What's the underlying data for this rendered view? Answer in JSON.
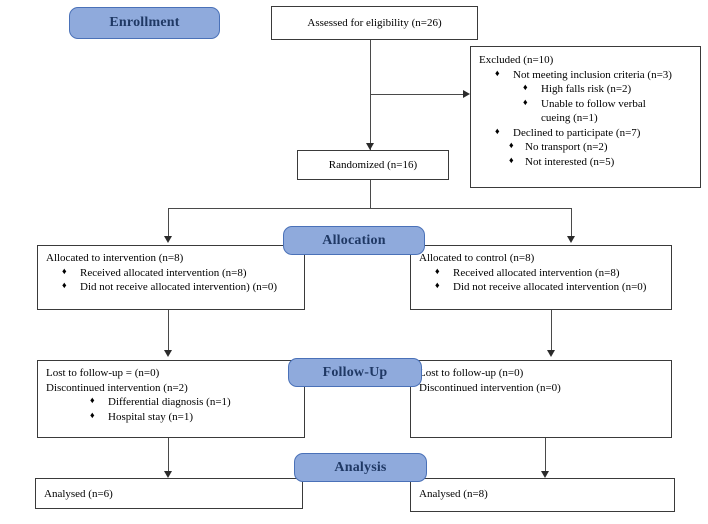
{
  "diagram": {
    "title": "CONSORT participant flow diagram",
    "accent_color": "#8faadc",
    "accent_text_color": "#1f3864",
    "border_color": "#3a3a3a"
  },
  "stages": {
    "enrollment": "Enrollment",
    "allocation": "Allocation",
    "followup": "Follow-Up",
    "analysis": "Analysis"
  },
  "enrollment": {
    "assessed": "Assessed for eligibility (n=26)",
    "randomized": "Randomized (n=16)",
    "excluded": {
      "heading": "Excluded (n=10)",
      "not_meeting": "Not meeting inclusion criteria (n=3)",
      "high_falls_risk": "High falls risk (n=2)",
      "unable_follow_verbal": "Unable to follow verbal",
      "unable_follow_verbal_cont": "cueing (n=1)",
      "declined": "Declined to participate (n=7)",
      "no_transport": "No transport (n=2)",
      "not_interested": "Not interested (n=5)"
    }
  },
  "allocation": {
    "left": {
      "heading": "Allocated to intervention (n=8)",
      "received": "Received allocated intervention (n=8)",
      "not_received": "Did not receive allocated intervention) (n=0)"
    },
    "right": {
      "heading": "Allocated to control (n=8)",
      "received": "Received allocated intervention (n=8)",
      "not_received": "Did not receive allocated intervention (n=0)"
    }
  },
  "followup": {
    "left": {
      "lost": "Lost to follow-up = (n=0)",
      "discontinued": "Discontinued intervention (n=2)",
      "reason_1": "Differential diagnosis (n=1)",
      "reason_2": "Hospital stay (n=1)"
    },
    "right": {
      "lost": "Lost to follow-up (n=0)",
      "discontinued": "Discontinued intervention (n=0)"
    }
  },
  "analysis": {
    "left": "Analysed (n=6)",
    "right": "Analysed (n=8)"
  }
}
